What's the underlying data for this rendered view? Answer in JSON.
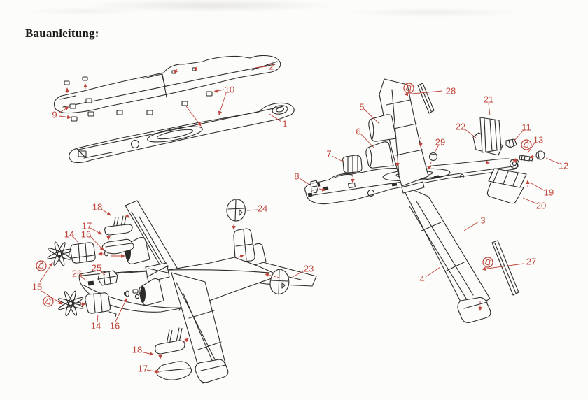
{
  "title": "Bauanleitung:",
  "document_type": "model-kit-assembly-instructions",
  "language": "German",
  "colors": {
    "accent_red": "#c0453b",
    "ink": "#2e2c29",
    "paper": "#fcfcfa"
  },
  "parts": {
    "p1": "1",
    "p2": "2",
    "p3": "3",
    "p4": "4",
    "p5": "5",
    "p6": "6",
    "p7": "7",
    "p8": "8",
    "p9": "9",
    "p10": "10",
    "p11": "11",
    "p12": "12",
    "p13": "13",
    "p14": "14",
    "p15": "15",
    "p16": "16",
    "p17": "17",
    "p18": "18",
    "p19": "19",
    "p20": "20",
    "p21": "21",
    "p22": "22",
    "p23": "23",
    "p24": "24",
    "p25": "25",
    "p26": "26",
    "p27": "27",
    "p28": "28",
    "p29": "29"
  },
  "assemblies": [
    {
      "name": "fuselage-halves-step",
      "visible_part_numbers": [
        1,
        2,
        9,
        10
      ]
    },
    {
      "name": "fuselage-wing-tail-step",
      "visible_part_numbers": [
        3,
        4,
        5,
        6,
        7,
        8,
        11,
        12,
        13,
        19,
        20,
        21,
        22,
        27,
        28,
        29
      ]
    },
    {
      "name": "final-aircraft-step",
      "visible_part_numbers": [
        14,
        15,
        16,
        17,
        18,
        23,
        24,
        25,
        26
      ],
      "duplicated_labels": [
        14,
        16,
        17,
        18
      ]
    }
  ],
  "icons": {
    "glue_symbol": "circled glue-bottle symbol (apply cement)",
    "glue_symbol_count": 5
  }
}
